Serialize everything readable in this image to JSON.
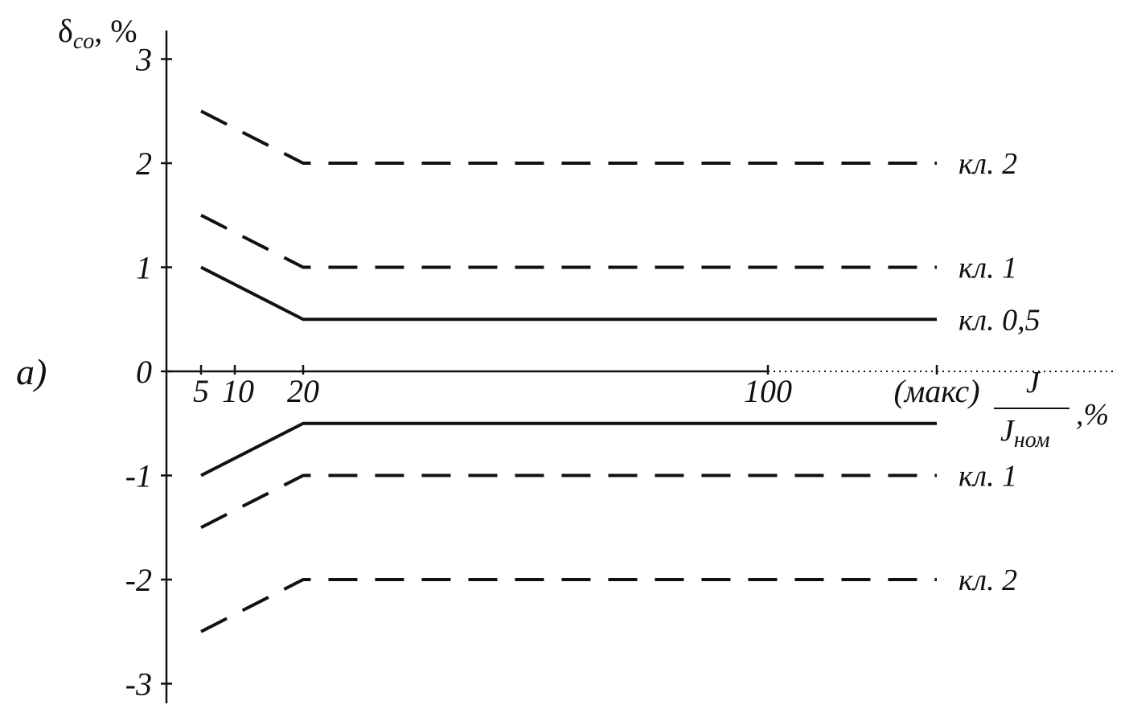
{
  "chart_data": {
    "type": "line",
    "panel_label": "a)",
    "ylabel": {
      "symbol": "δ",
      "subscript": "co",
      "unit": ", %"
    },
    "xlabel": {
      "numerator": "J",
      "denominator": "J",
      "denominator_subscript": "ном",
      "unit": ",%"
    },
    "x_ticks": [
      "5",
      "10",
      "20",
      "100",
      "(макс)"
    ],
    "y_ticks": [
      "3",
      "2",
      "1",
      "0",
      "-1",
      "-2",
      "-3"
    ],
    "ylim": [
      -3,
      3
    ],
    "grid": false,
    "series": [
      {
        "name": "кл. 2",
        "style": "dashed",
        "x": [
          "5",
          "20",
          "(макс)"
        ],
        "values": [
          2.5,
          2.0,
          2.0
        ]
      },
      {
        "name": "кл. 1",
        "style": "dashed",
        "x": [
          "5",
          "20",
          "(макс)"
        ],
        "values": [
          1.5,
          1.0,
          1.0
        ]
      },
      {
        "name": "кл. 0,5",
        "style": "solid",
        "x": [
          "5",
          "20",
          "(макс)"
        ],
        "values": [
          1.0,
          0.5,
          0.5
        ]
      },
      {
        "name": "",
        "style": "solid",
        "x": [
          "5",
          "20",
          "(макс)"
        ],
        "values": [
          -1.0,
          -0.5,
          -0.5
        ]
      },
      {
        "name": "кл. 1",
        "style": "dashed",
        "x": [
          "5",
          "20",
          "(макс)"
        ],
        "values": [
          -1.5,
          -1.0,
          -1.0
        ]
      },
      {
        "name": "кл. 2",
        "style": "dashed",
        "x": [
          "5",
          "20",
          "(макс)"
        ],
        "values": [
          -2.5,
          -2.0,
          -2.0
        ]
      }
    ]
  }
}
